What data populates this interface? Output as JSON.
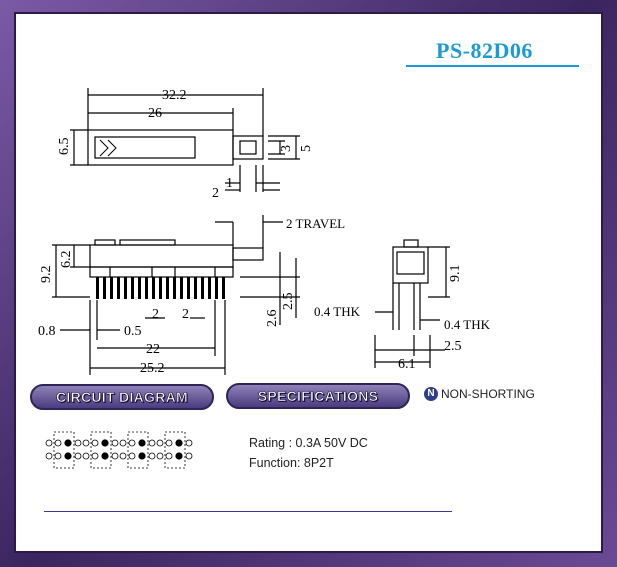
{
  "header": {
    "title": "PS-82D06"
  },
  "drawing": {
    "top_view": {
      "dim_total_length": "32.2",
      "dim_slot_length": "26",
      "dim_height": "6.5",
      "dim_3": "3",
      "dim_5": "5",
      "dim_1": "1",
      "dim_2": "2"
    },
    "front_view": {
      "travel": "2 TRAVEL",
      "dim_9_2": "9.2",
      "dim_6_2": "6.2",
      "dim_2_6": "2.6",
      "dim_2_5": "2.5",
      "dim_0_8": "0.8",
      "dim_0_5": "0.5",
      "dim_pitch_a": "2",
      "dim_pitch_b": "2",
      "dim_22": "22",
      "dim_25_2": "25.2"
    },
    "side_view": {
      "dim_9_1": "9.1",
      "thk_left": "0.4  THK",
      "thk_right": "0.4  THK",
      "dim_2_5": "2.5",
      "dim_6_1": "6.1"
    }
  },
  "sections": {
    "circuit": "CIRCUIT DIAGRAM",
    "specs": "SPECIFICATIONS",
    "non_shorting": "NON-SHORTING",
    "ns_mark": "N"
  },
  "specs": {
    "rating": "Rating : 0.3A 50V DC",
    "function": "Function: 8P2T"
  },
  "colors": {
    "title": "#1a9ad6",
    "pill": "#5a4b8e",
    "frame": "#5b3d86"
  }
}
